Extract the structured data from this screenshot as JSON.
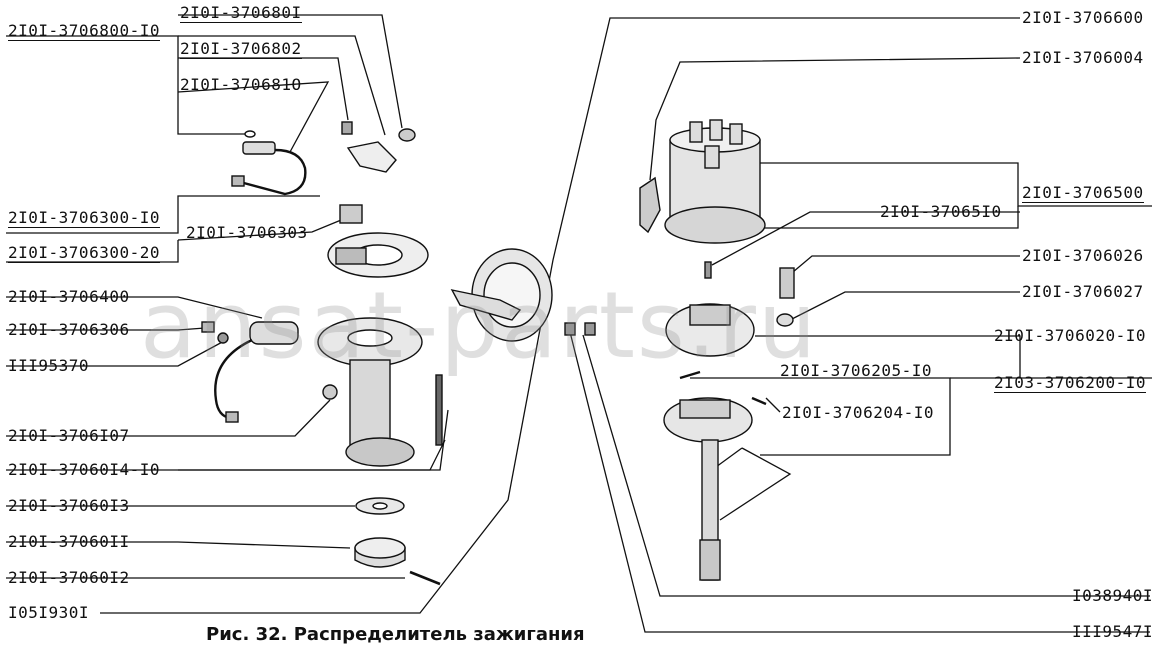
{
  "caption": "Рис. 32. Распределитель зажигания",
  "watermark": "ansat-parts.ru",
  "labels": {
    "l_3706801": "2I0I-370680I",
    "l_3706800_10": "2I0I-3706800-I0",
    "l_3706802": "2I0I-3706802",
    "l_370681": "2I0I-370681O",
    "l_3706300_10": "2I0I-3706300-I0",
    "l_3706303": "2I0I-3706303",
    "l_3706300_20": "2I0I-3706300-20",
    "l_3706400": "2I0I-3706400",
    "l_3706306": "2I0I-3706306",
    "l_95370": "III95370",
    "l_3706107": "2I0I-3706I07",
    "l_3706014": "2I0I-37060I4-I0",
    "l_3706013": "2I0I-37060I3",
    "l_3706011": "2I0I-37060II",
    "l_3706012": "2I0I-37060I2",
    "l_1051930": "I05I930I",
    "r_3706600": "2I0I-3706600",
    "r_3706004": "2I0I-3706004",
    "r_3706500": "2I0I-3706500",
    "r_3706510": "2I0I-37065I0",
    "r_3706026": "2I0I-3706026",
    "r_3706027": "2I0I-3706027",
    "r_3706020": "2I0I-3706020-I0",
    "r_3706205": "2I0I-3706205-I0",
    "r_3706200": "2I03-3706200-I0",
    "r_3706204": "2I0I-3706204-I0",
    "r_1038940": "I038940I",
    "r_1195471": "III9547I"
  }
}
